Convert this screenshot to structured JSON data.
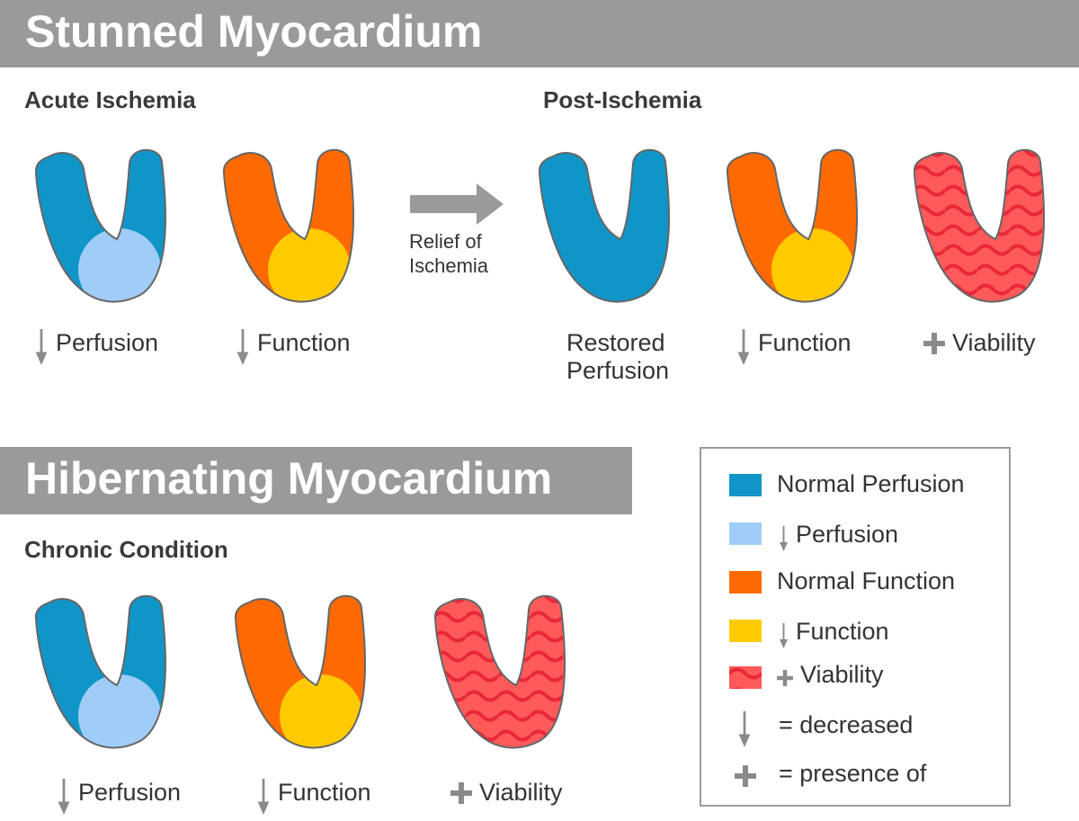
{
  "stunned": {
    "title": "Stunned Myocardium",
    "acute_label": "Acute Ischemia",
    "post_label": "Post-Ischemia",
    "relief_line1": "Relief of",
    "relief_line2": "Ischemia",
    "captions": {
      "perfusion": "Perfusion",
      "function": "Function",
      "restored_line1": "Restored",
      "restored_line2": "Perfusion",
      "post_function": "Function",
      "viability": "Viability"
    }
  },
  "hibernating": {
    "title": "Hibernating Myocardium",
    "chronic_label": "Chronic Condition",
    "captions": {
      "perfusion": "Perfusion",
      "function": "Function",
      "viability": "Viability"
    }
  },
  "legend": {
    "normal_perfusion": "Normal Perfusion",
    "decreased_perfusion": "Perfusion",
    "normal_function": "Normal Function",
    "decreased_function": "Function",
    "viability": "Viability",
    "decreased": "= decreased",
    "presence_of": "= presence of"
  },
  "colors": {
    "normal_perfusion": "#0f95c8",
    "decreased_perfusion": "#9fcdf7",
    "normal_function": "#ff6a00",
    "decreased_function": "#ffcb00",
    "viability": "#ff5a5a",
    "viability_wave": "#e8283a",
    "banner": "#9a9a9a",
    "icon": "#8a8a8a"
  }
}
